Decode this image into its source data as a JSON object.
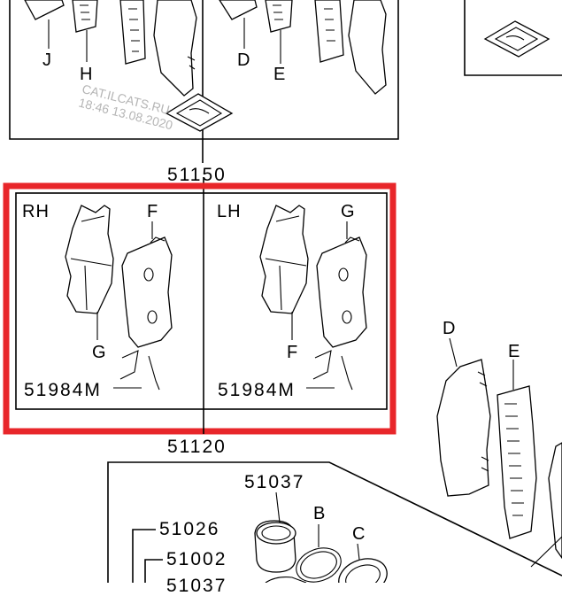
{
  "diagram": {
    "watermark": [
      "CAT.ILCATS.RU",
      "18:46 13.08.2020"
    ],
    "top_labels": [
      "J",
      "H",
      "D",
      "E"
    ],
    "group_codes": [
      "51150",
      "51120"
    ],
    "kit": {
      "right_side": {
        "side": "RH",
        "outer_label": "F",
        "inner_label": "G",
        "code": "51984M"
      },
      "left_side": {
        "side": "LH",
        "outer_label": "G",
        "inner_label": "F",
        "code": "51984M"
      }
    },
    "side_labels": [
      "D",
      "E"
    ],
    "caliper_parts": [
      "51037",
      "B",
      "C",
      "51026",
      "51002",
      "51037"
    ],
    "highlight_color": "#e8262a"
  }
}
